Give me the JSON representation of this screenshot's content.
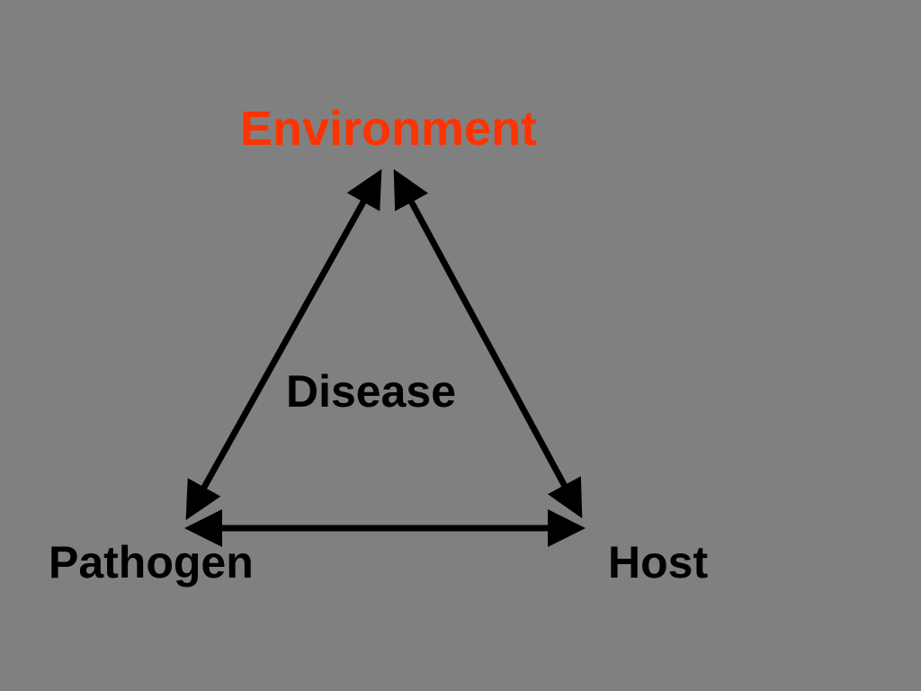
{
  "nodes": {
    "top": {
      "label": "Environment",
      "color": "#ff3300"
    },
    "center": {
      "label": "Disease",
      "color": "#000000"
    },
    "left": {
      "label": "Pathogen",
      "color": "#000000"
    },
    "right": {
      "label": "Host",
      "color": "#000000"
    }
  },
  "edges": [
    {
      "from": "top",
      "to": "left",
      "direction": "both"
    },
    {
      "from": "top",
      "to": "right",
      "direction": "both"
    },
    {
      "from": "left",
      "to": "right",
      "direction": "both"
    }
  ],
  "colors": {
    "background": "#808080",
    "arrow": "#000000"
  }
}
